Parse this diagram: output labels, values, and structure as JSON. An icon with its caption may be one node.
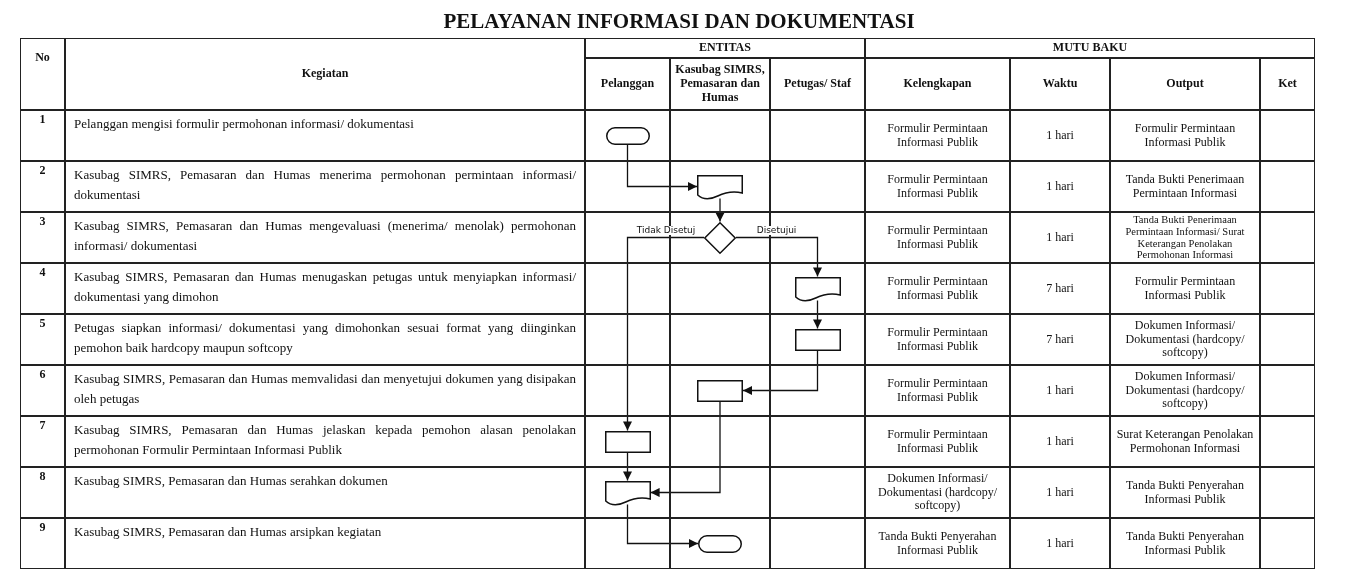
{
  "diagram": {
    "title": "PELAYANAN INFORMASI DAN DOKUMENTASI",
    "nodes": [
      {
        "text": [],
        "shape": "oval"
      },
      {
        "text": [],
        "shape": "document"
      },
      {
        "text": [],
        "shape": "diamond"
      },
      {
        "text": [],
        "shape": "document"
      },
      {
        "text": [],
        "shape": "box"
      },
      {
        "text": [],
        "shape": "box"
      },
      {
        "text": [],
        "shape": "box"
      },
      {
        "text": [],
        "shape": "document"
      },
      {
        "text": [],
        "shape": "oval"
      }
    ],
    "edges": [
      {
        "from": 0,
        "to": 1,
        "arrow": "to"
      },
      {
        "from": 1,
        "to": 2,
        "arrow": "to"
      },
      {
        "from": 2,
        "to": 6,
        "arrow": "to",
        "label": "Tidak Disetuj"
      },
      {
        "from": 2,
        "to": 3,
        "arrow": "to",
        "label": "Disetujui"
      },
      {
        "from": 3,
        "to": 4,
        "arrow": "to"
      },
      {
        "from": 4,
        "to": 5,
        "arrow": "to"
      },
      {
        "from": 6,
        "to": 7,
        "arrow": "to"
      },
      {
        "from": 5,
        "to": 7,
        "arrow": "to"
      },
      {
        "from": 7,
        "to": 8,
        "arrow": "to"
      }
    ],
    "labels": [
      "No",
      "Kegiatan",
      "ENTITAS",
      "MUTU BAKU",
      "Pelanggan",
      "Kasubag SIMRS, Pemasaran dan Humas",
      "Petugas/ Staf",
      "Kelengkapan",
      "Waktu",
      "Output",
      "Ket",
      "1",
      "Pelanggan mengisi formulir permohonan informasi/ dokumentasi",
      "Formulir Permintaan Informasi Publik",
      "1 hari",
      "Formulir Permintaan Informasi Publik",
      "2",
      "Kasubag SIMRS, Pemasaran dan Humas menerima permohonan permintaan informasi/ dokumentasi",
      "Formulir Permintaan Informasi Publik",
      "1 hari",
      "Tanda Bukti Penerimaan Permintaan Informasi",
      "3",
      "Kasubag SIMRS, Pemasaran dan Humas mengevaluasi (menerima/ menolak) permohonan informasi/ dokumentasi",
      "Formulir Permintaan Informasi Publik",
      "1 hari",
      "Tanda Bukti Penerimaan Permintaan Informasi/ Surat Keterangan Penolakan Permohonan Informasi",
      "4",
      "Kasubag SIMRS, Pemasaran dan Humas menugaskan petugas untuk menyiapkan informasi/ dokumentasi yang dimohon",
      "Formulir Permintaan Informasi Publik",
      "7 hari",
      "Formulir Permintaan Informasi Publik",
      "5",
      "Petugas siapkan informasi/ dokumentasi yang dimohonkan sesuai format yang diinginkan pemohon baik hardcopy maupun softcopy",
      "Formulir Permintaan Informasi Publik",
      "7 hari",
      "Dokumen Informasi/ Dokumentasi (hardcopy/ softcopy)",
      "6",
      "Kasubag SIMRS, Pemasaran dan Humas memvalidasi dan menyetujui dokumen yang disipakan oleh petugas",
      "Formulir Permintaan Informasi Publik",
      "1 hari",
      "Dokumen Informasi/ Dokumentasi (hardcopy/ softcopy)",
      "7",
      "Kasubag SIMRS, Pemasaran dan Humas jelaskan kepada pemohon alasan penolakan permohonan Formulir Permintaan Informasi Publik",
      "Formulir Permintaan Informasi Publik",
      "1 hari",
      "Surat Keterangan Penolakan Permohonan Informasi",
      "8",
      "Kasubag SIMRS, Pemasaran dan Humas serahkan dokumen",
      "Dokumen Informasi/ Dokumentasi (hardcopy/ softcopy)",
      "1 hari",
      "Tanda Bukti Penyerahan Informasi Publik",
      "9",
      "Kasubag SIMRS, Pemasaran dan Humas arsipkan kegiatan",
      "Tanda Bukti Penyerahan Informasi Publik",
      "1 hari",
      "Tanda Bukti Penyerahan Informasi Publik"
    ]
  }
}
